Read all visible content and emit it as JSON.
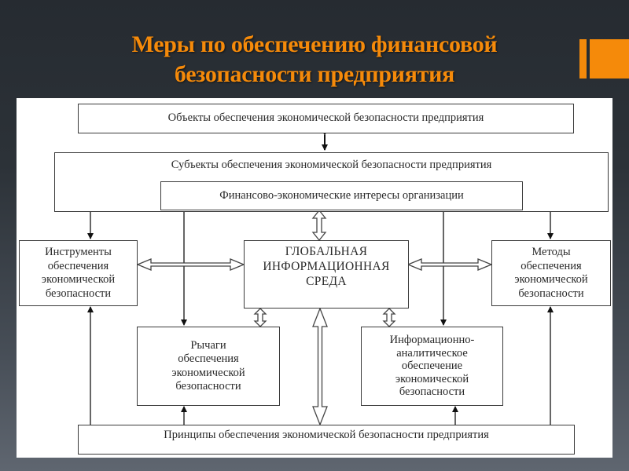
{
  "slide": {
    "title_lines": [
      "Меры по обеспечению финансовой",
      "безопасности предприятия"
    ],
    "accent_color": "#f58a0a"
  },
  "diagram": {
    "objects": "Объекты обеспечения экономической безопасности предприятия",
    "subjects": "Субъекты обеспечения экономической безопасности предприятия",
    "financial_interests": "Финансово-экономические интересы организации",
    "instruments": "Инструменты\nобеспечения\nэкономической\nбезопасности",
    "global_env": "ГЛОБАЛЬНАЯ\nИНФОРМАЦИОННАЯ\nСРЕДА",
    "methods": "Методы\nобеспечения\nэкономической\nбезопасности",
    "levers": "Рычаги\nобеспечения\nэкономической\nбезопасности",
    "info_analytic": "Информационно-\nаналитическое\nобеспечение\nэкономической\nбезопасности",
    "principles": "Принципы обеспечения экономической безопасности предприятия"
  }
}
